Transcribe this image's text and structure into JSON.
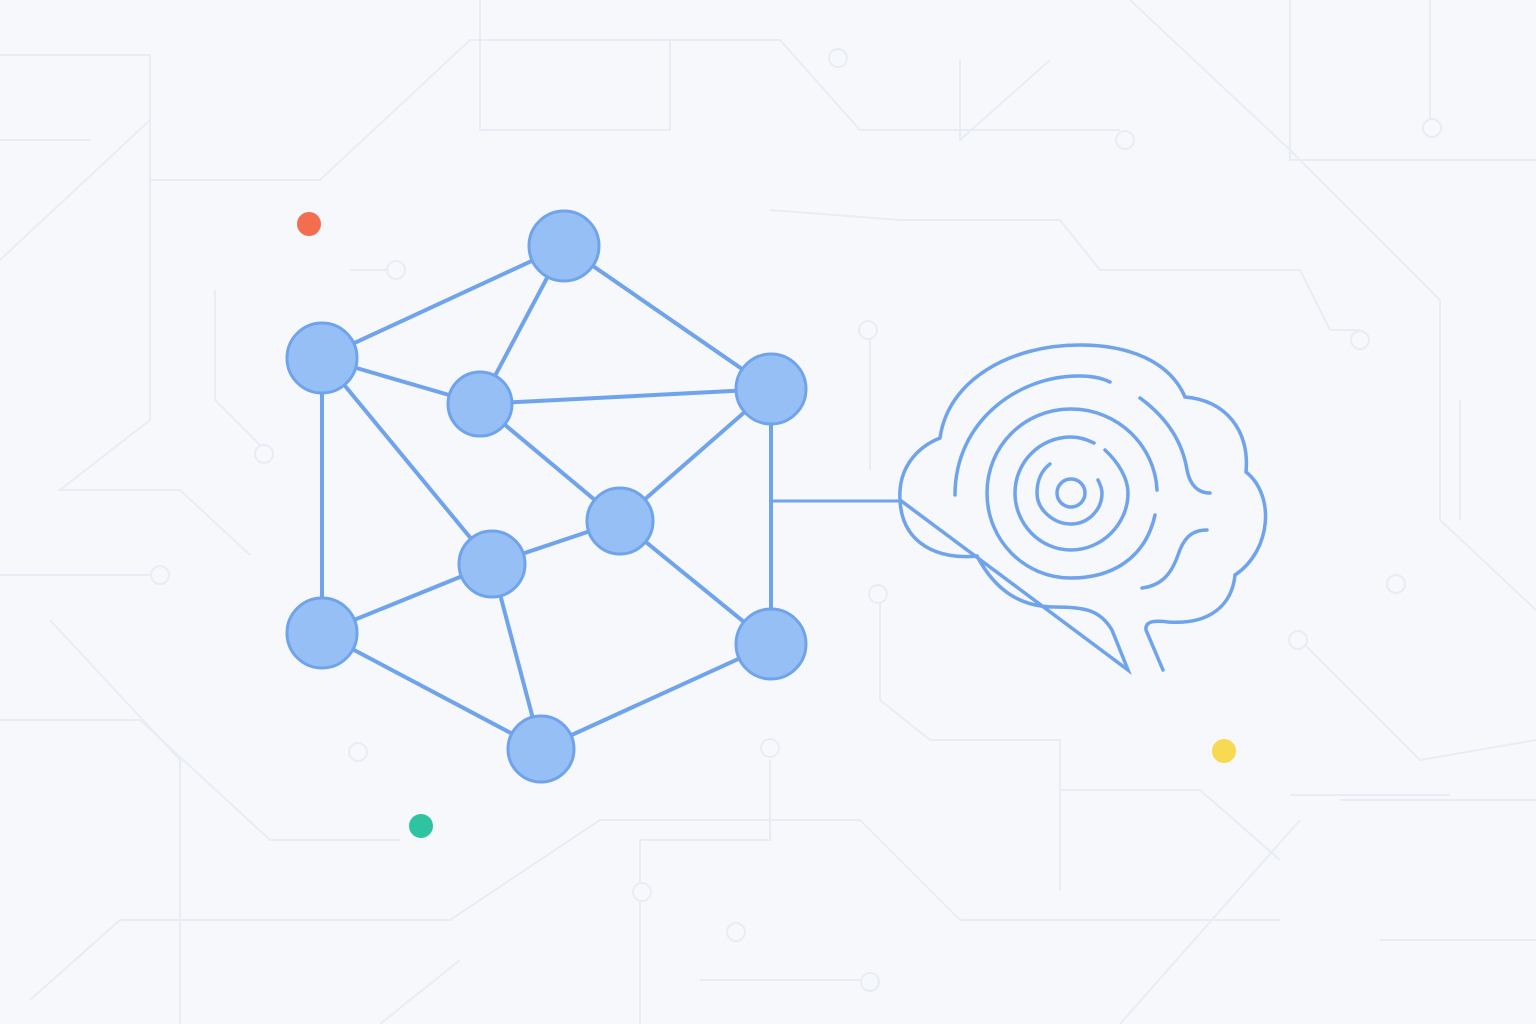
{
  "colors": {
    "background": "#f6f8fc",
    "circuit": "#e8edf5",
    "node_fill": "#96bff5",
    "node_stroke": "#6fa3ec",
    "edge": "#6fa3ec",
    "brain_stroke": "#6fa3ec",
    "dot_red": "#f46d4f",
    "dot_green": "#2ec4a2",
    "dot_yellow": "#f7da52"
  },
  "icons": [
    "network-graph-icon",
    "brain-icon"
  ],
  "graph": {
    "nodes": [
      "a",
      "b",
      "c",
      "d",
      "e",
      "f",
      "g",
      "h",
      "i"
    ],
    "edges": [
      [
        "a",
        "b"
      ],
      [
        "a",
        "c"
      ],
      [
        "a",
        "d"
      ],
      [
        "b",
        "c"
      ],
      [
        "b",
        "g"
      ],
      [
        "b",
        "f"
      ],
      [
        "c",
        "d"
      ],
      [
        "c",
        "e"
      ],
      [
        "d",
        "e"
      ],
      [
        "d",
        "h"
      ],
      [
        "e",
        "f"
      ],
      [
        "e",
        "h"
      ],
      [
        "f",
        "g"
      ],
      [
        "f",
        "i"
      ],
      [
        "g",
        "i"
      ],
      [
        "i",
        "h"
      ]
    ]
  }
}
